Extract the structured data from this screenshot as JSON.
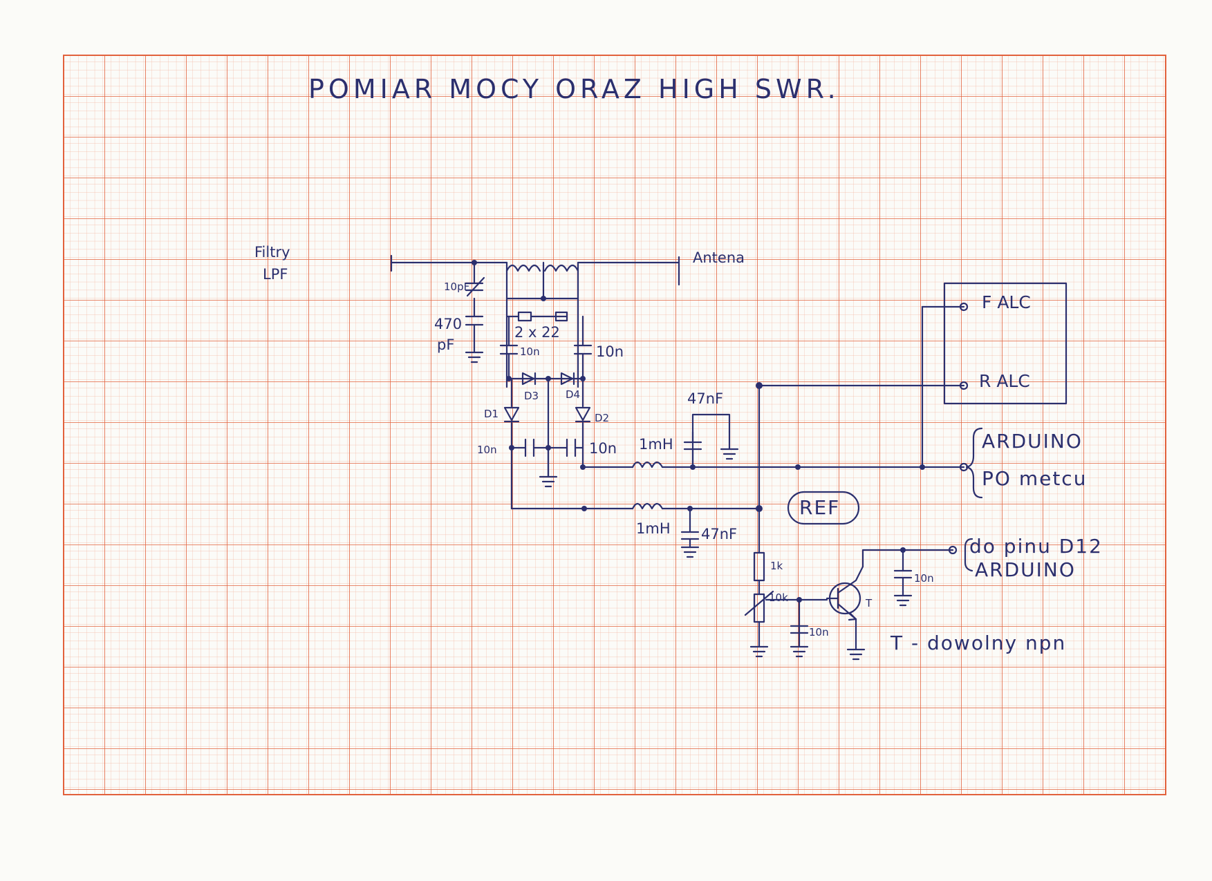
{
  "diagram": {
    "title": "POMIAR MOCY ORAZ HIGH SWR.",
    "colors": {
      "paper": "#fbfbf8",
      "grid_major": "#e2613c",
      "grid_minor": "#f3b6a2",
      "ink": "#2b2f6e"
    },
    "labels": {
      "filter_1": "Filtry",
      "filter_2": "LPF",
      "antenna": "Antena",
      "c_10pf": "10pF",
      "c_470pf_1": "470",
      "c_470pf_2": "pF",
      "r_2x22": "2 x 22",
      "c_10n_left": "10n",
      "c_10n_right": "10n",
      "d1": "D1",
      "d2": "D2",
      "d3": "D3",
      "d4": "D4",
      "c_10n_a": "10n",
      "c_10n_b": "10n",
      "l_1mh_top": "1mH",
      "l_1mh_bottom": "1mH",
      "c_47nf_top": "47nF",
      "c_47nf_bottom": "47nF",
      "f_alc": "F ALC",
      "r_alc": "R ALC",
      "arduino_1": "ARDUINO",
      "arduino_2": "PO metcu",
      "ref": "REF",
      "r_1k": "1k",
      "pot_10k": "10k",
      "c_10n_base": "10n",
      "c_10n_col": "10n",
      "transistor": "T",
      "d12_1": "do pinu D12",
      "d12_2": "ARDUINO",
      "note": "T - dowolny npn"
    }
  }
}
